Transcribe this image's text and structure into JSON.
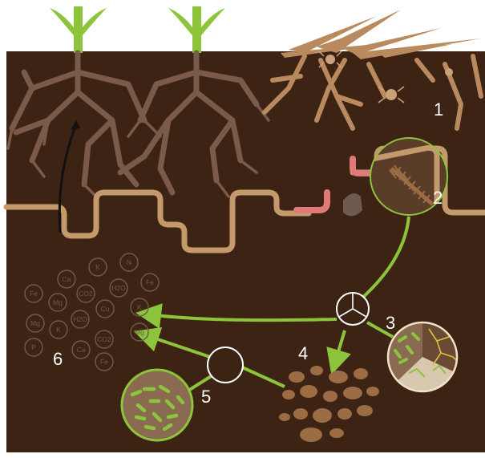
{
  "colors": {
    "soil": "#3d2314",
    "sky": "#ffffff",
    "plant_green": "#8cc43c",
    "root_brown": "#7a5a48",
    "litter_tan": "#b98a5e",
    "tunnel_tan": "#c49a6c",
    "worm_pink": "#e07a78",
    "arrow_green": "#8cc43c",
    "nutrient_grey": "#6e5a4e"
  },
  "step_labels": [
    "1",
    "2",
    "3",
    "4",
    "5",
    "6"
  ],
  "nutrients": [
    "Ca",
    "K",
    "N",
    "Fe",
    "H2O",
    "Fe",
    "Mg",
    "CO2",
    "Cu",
    "K",
    "Mg",
    "H2O",
    "K",
    "Mg",
    "P",
    "Ca",
    "CO2",
    "Fe"
  ],
  "icons": {
    "plants": "corn-plant-icon",
    "litter": "leaf-litter-icon",
    "mite": "mite-icon",
    "worm": "earthworm-icon",
    "mole": "mole-icon",
    "millipede": "millipede-icon",
    "fungi": "fungi-icon",
    "bacteria": "bacteria-icon"
  }
}
